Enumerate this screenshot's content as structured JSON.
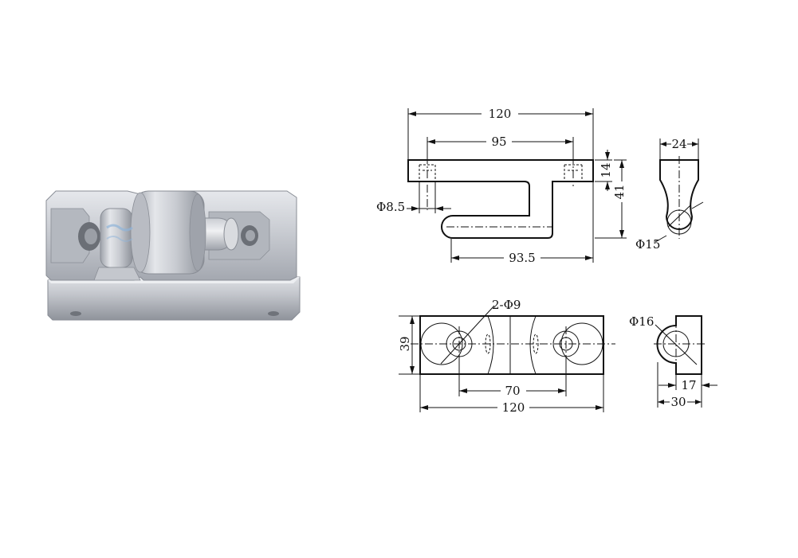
{
  "drawing": {
    "front_view": {
      "overall_length": "120",
      "hole_spacing": "95",
      "top_thickness": "14",
      "overall_height": "41",
      "hole_diameter": "Φ8.5",
      "lower_arm_length": "93.5"
    },
    "side_view": {
      "width": "24",
      "ball_diameter": "Φ15"
    },
    "bottom_view": {
      "holes": "2-Φ9",
      "width": "39",
      "hole_spacing": "70",
      "overall_length": "120"
    },
    "end_view": {
      "bore_diameter": "Φ16",
      "offset": "17",
      "width": "30"
    }
  }
}
